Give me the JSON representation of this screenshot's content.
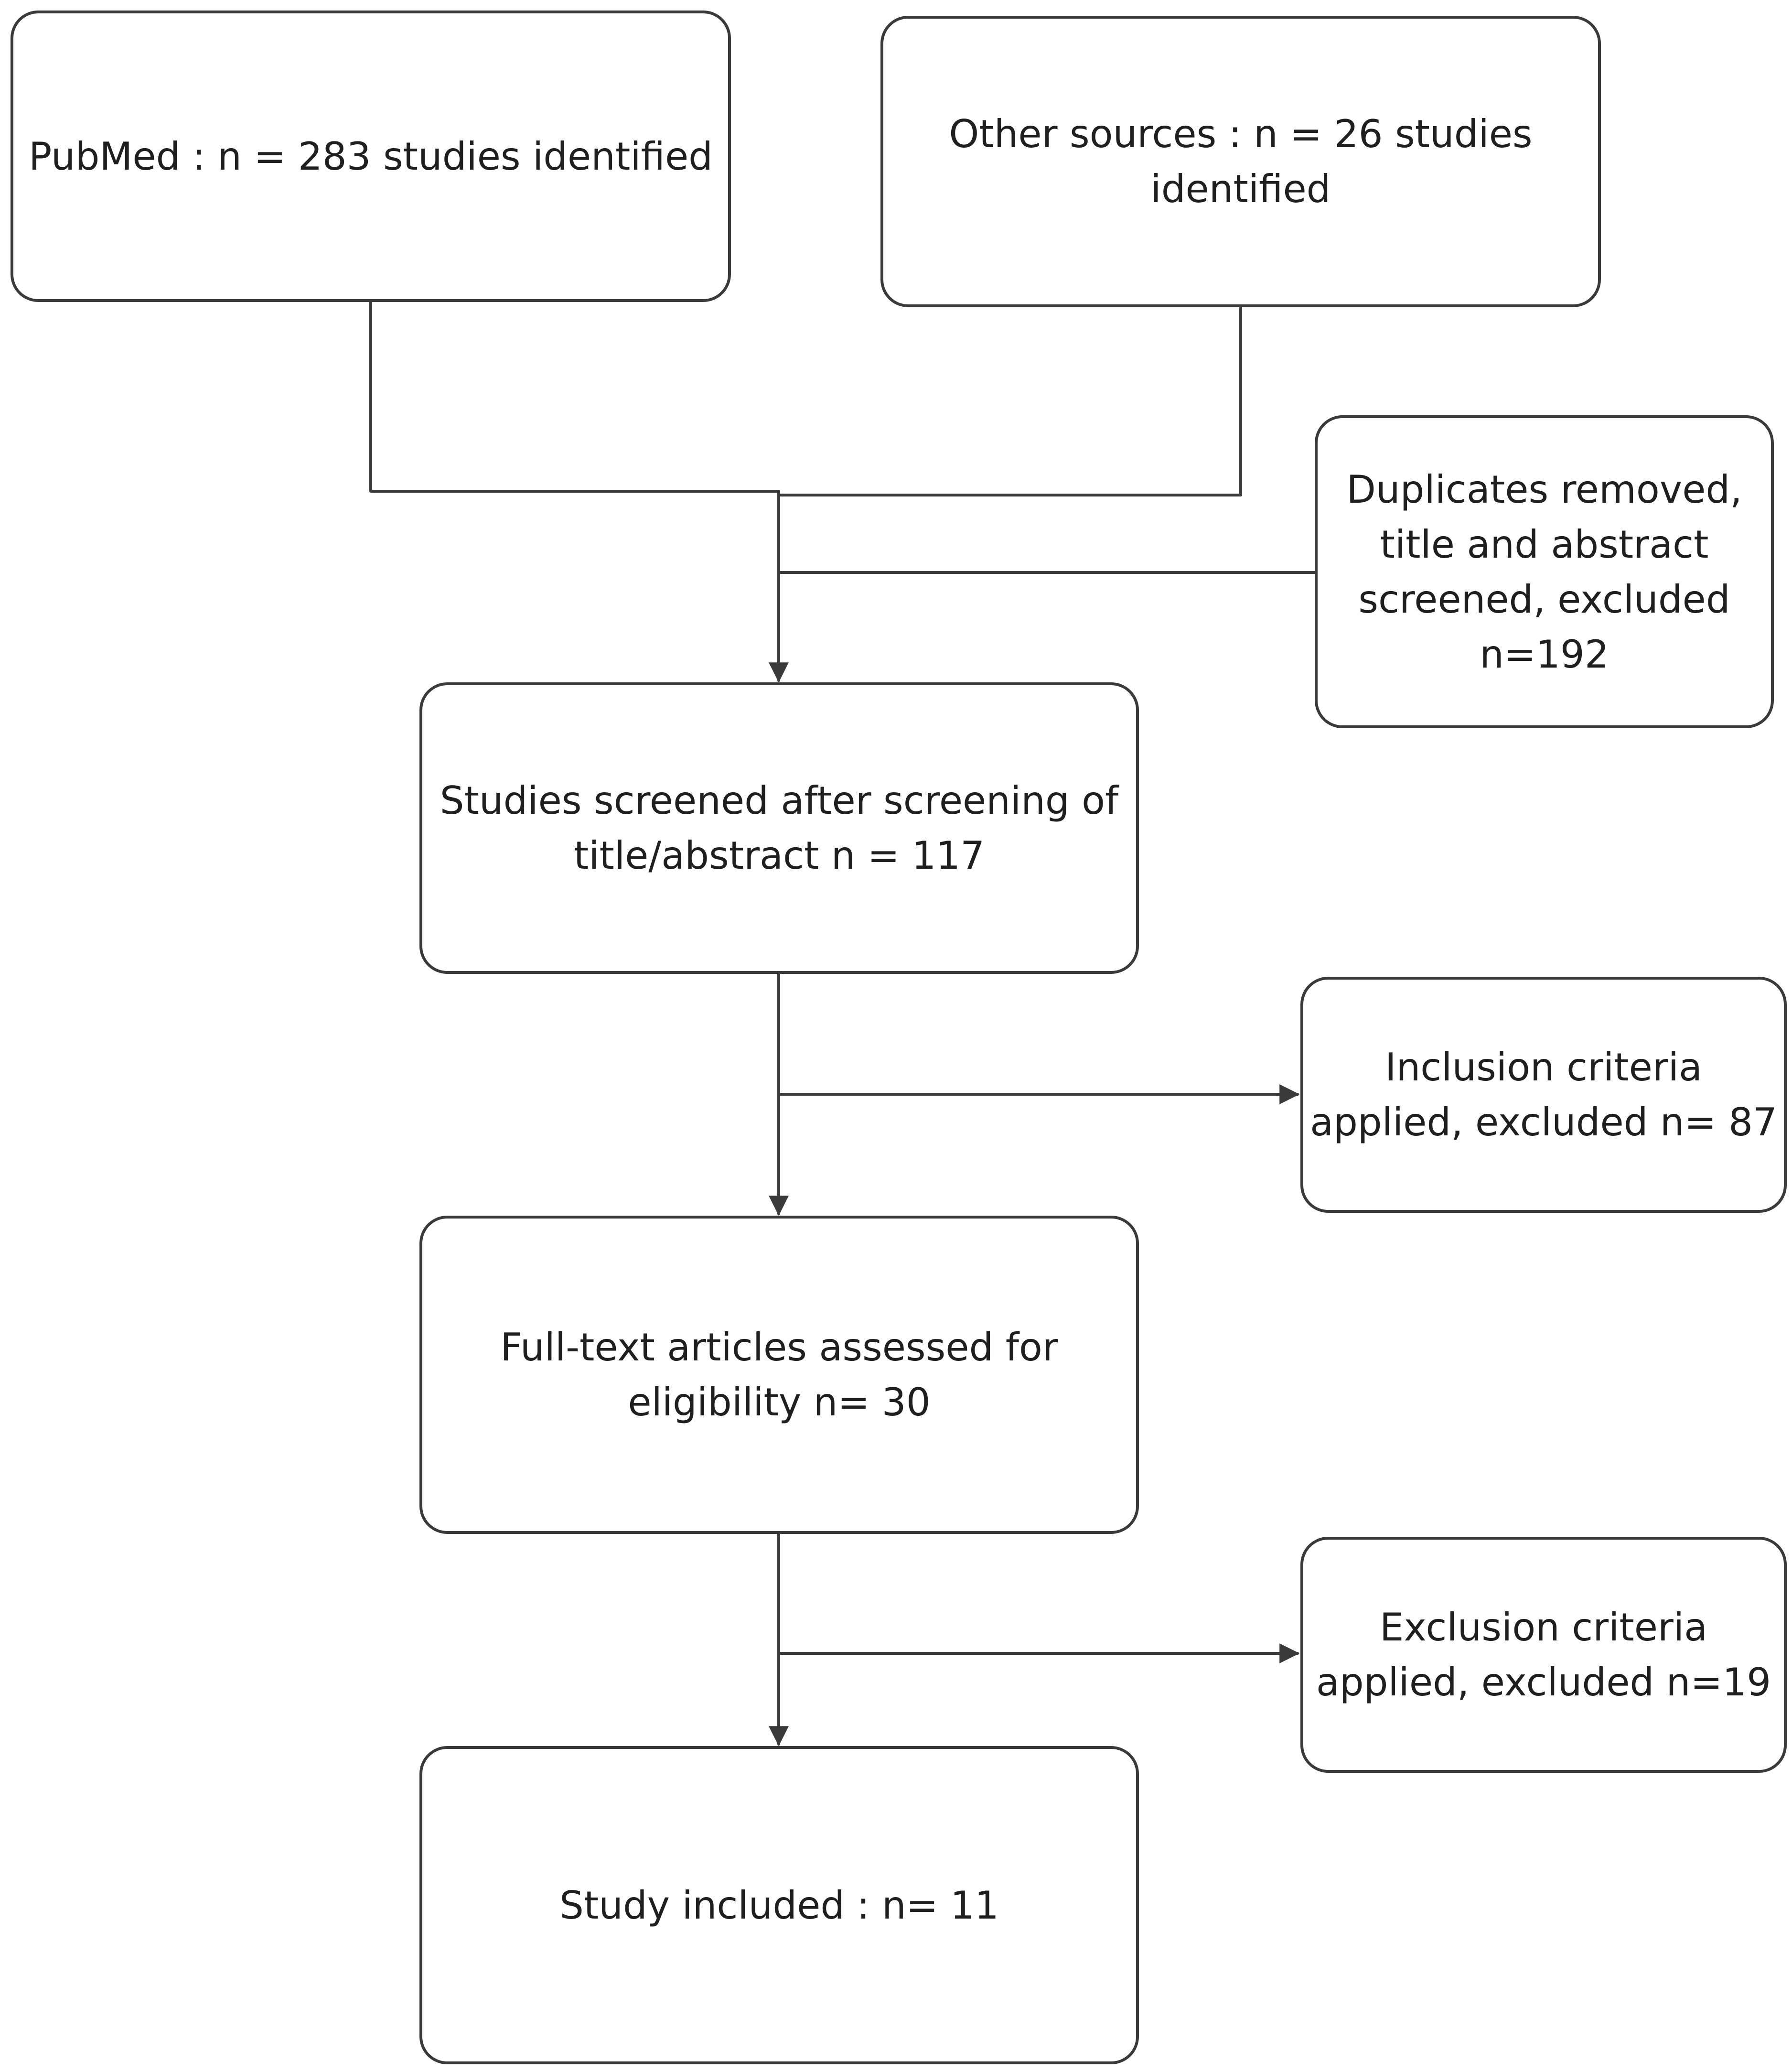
{
  "nodes": {
    "pubmed": "PubMed : n = 283 studies identified",
    "other_sources": "Other sources : n = 26 studies\nidentified",
    "duplicates_removed": "Duplicates removed,\ntitle and abstract\nscreened, excluded\nn=192",
    "screened": "Studies screened after screening of\ntitle/abstract  n = 117",
    "inclusion_criteria": "Inclusion criteria\napplied, excluded n= 87",
    "full_text": "Full-text articles assessed for\neligibility n= 30",
    "exclusion_criteria": "Exclusion criteria\napplied, excluded n=19",
    "included": "Study included : n= 11"
  },
  "edges": [
    {
      "from": "pubmed",
      "to": "screened"
    },
    {
      "from": "other_sources",
      "to": "screened"
    },
    {
      "from": "duplicates_removed",
      "to": "screened"
    },
    {
      "from": "screened",
      "to": "inclusion_criteria"
    },
    {
      "from": "screened",
      "to": "full_text"
    },
    {
      "from": "full_text",
      "to": "exclusion_criteria"
    },
    {
      "from": "full_text",
      "to": "included"
    }
  ],
  "colors": {
    "line": "#3a3a3a",
    "box_border": "#3a3a3a",
    "text": "#1f1f1f",
    "background": "#ffffff"
  }
}
